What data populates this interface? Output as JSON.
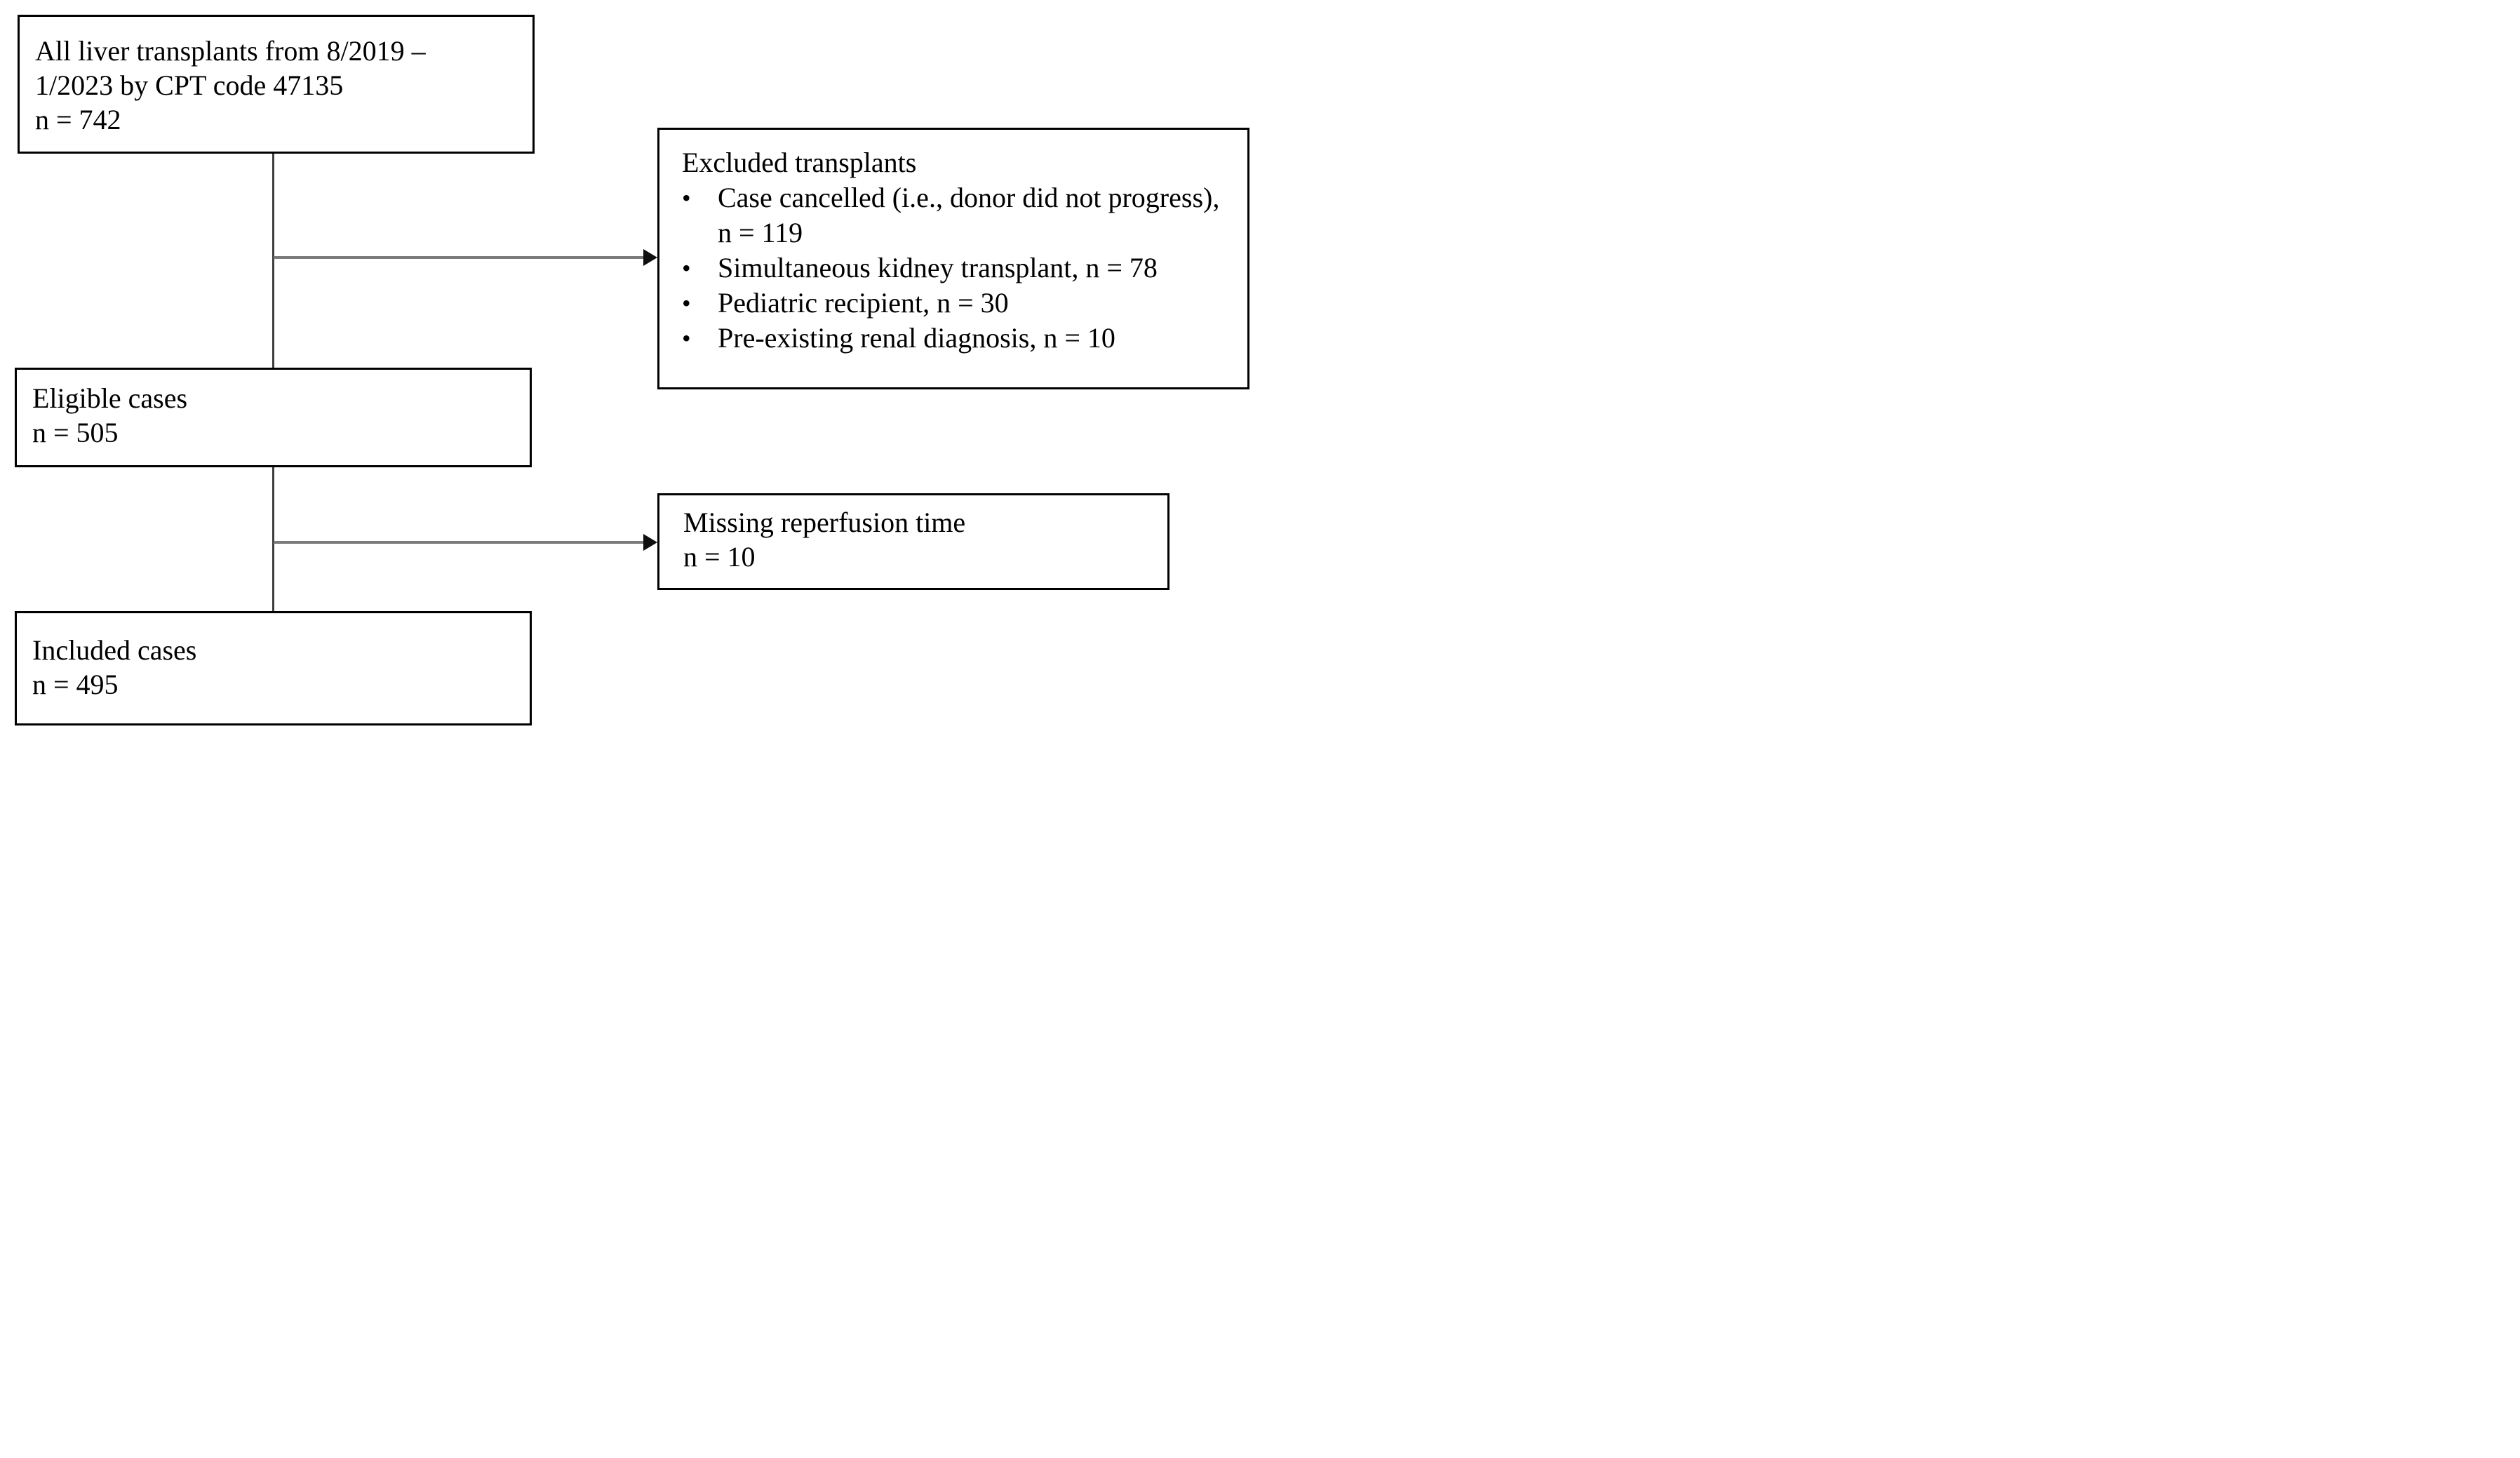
{
  "colors": {
    "background": "#ffffff",
    "box_border": "#000000",
    "text": "#000000",
    "connector": "#3f3f3f",
    "arrow_shaft": "#7b7b7b",
    "arrowhead": "#0f0f0f"
  },
  "boxes": {
    "all_transplants": {
      "line1": "All liver transplants from 8/2019 –",
      "line2": "1/2023 by CPT code 47135",
      "count": "n = 742"
    },
    "excluded": {
      "title": "Excluded transplants",
      "bullet_char": "•",
      "items": [
        "Case cancelled (i.e., donor did not progress), n = 119",
        "Simultaneous kidney transplant, n = 78",
        "Pediatric recipient, n = 30",
        "Pre-existing renal diagnosis, n = 10"
      ]
    },
    "eligible": {
      "line1": "Eligible cases",
      "count": "n = 505"
    },
    "missing": {
      "line1": "Missing reperfusion time",
      "count": "n = 10"
    },
    "included": {
      "line1": "Included cases",
      "count": "n = 495"
    }
  }
}
